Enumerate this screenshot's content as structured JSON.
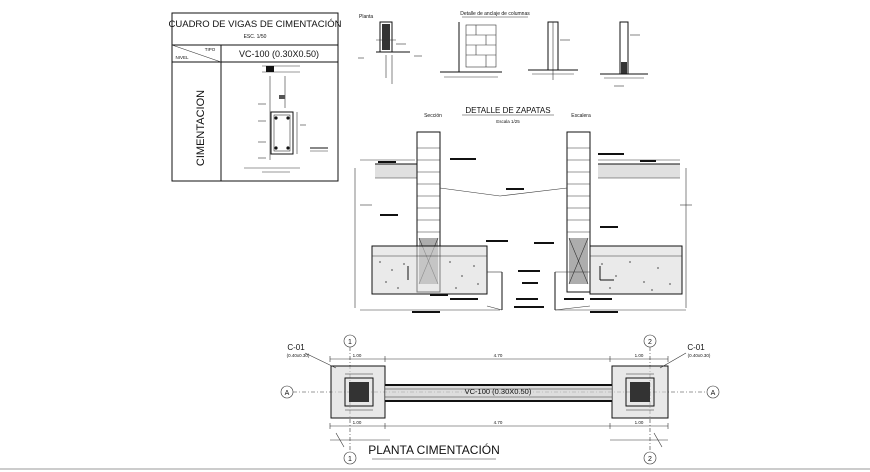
{
  "beam_table": {
    "title": "CUADRO DE VIGAS DE CIMENTACIÓN",
    "scale": "ESC. 1/50",
    "col_tipo": "TIPO",
    "col_nivel": "NIVEL",
    "beam_type": "VC-100 (0.30X0.50)",
    "level_label": "CIMENTACION"
  },
  "detail_top": {
    "plan_label": "Planta",
    "title": "Detalle de anclaje de columnas"
  },
  "footing_detail": {
    "title": "DETALLE DE ZAPATAS",
    "scale": "Escala 1/25",
    "left_label": "Sección",
    "right_label": "Escalera"
  },
  "plan": {
    "title": "PLANTA CIMENTACIÓN",
    "beam_label": "VC-100 (0.30X0.50)",
    "left_column": "C-01",
    "right_column": "C-01",
    "left_column_size": "(0.40x0.30)",
    "right_column_size": "(0.40x0.30)",
    "axis_1": "1",
    "axis_2": "2",
    "axis_a": "A",
    "dim_total": "4.70",
    "dim_left": "1.00",
    "dim_right": "1.00"
  },
  "colors": {
    "line": "#111111",
    "hatch": "#555555",
    "background": "#ffffff"
  }
}
